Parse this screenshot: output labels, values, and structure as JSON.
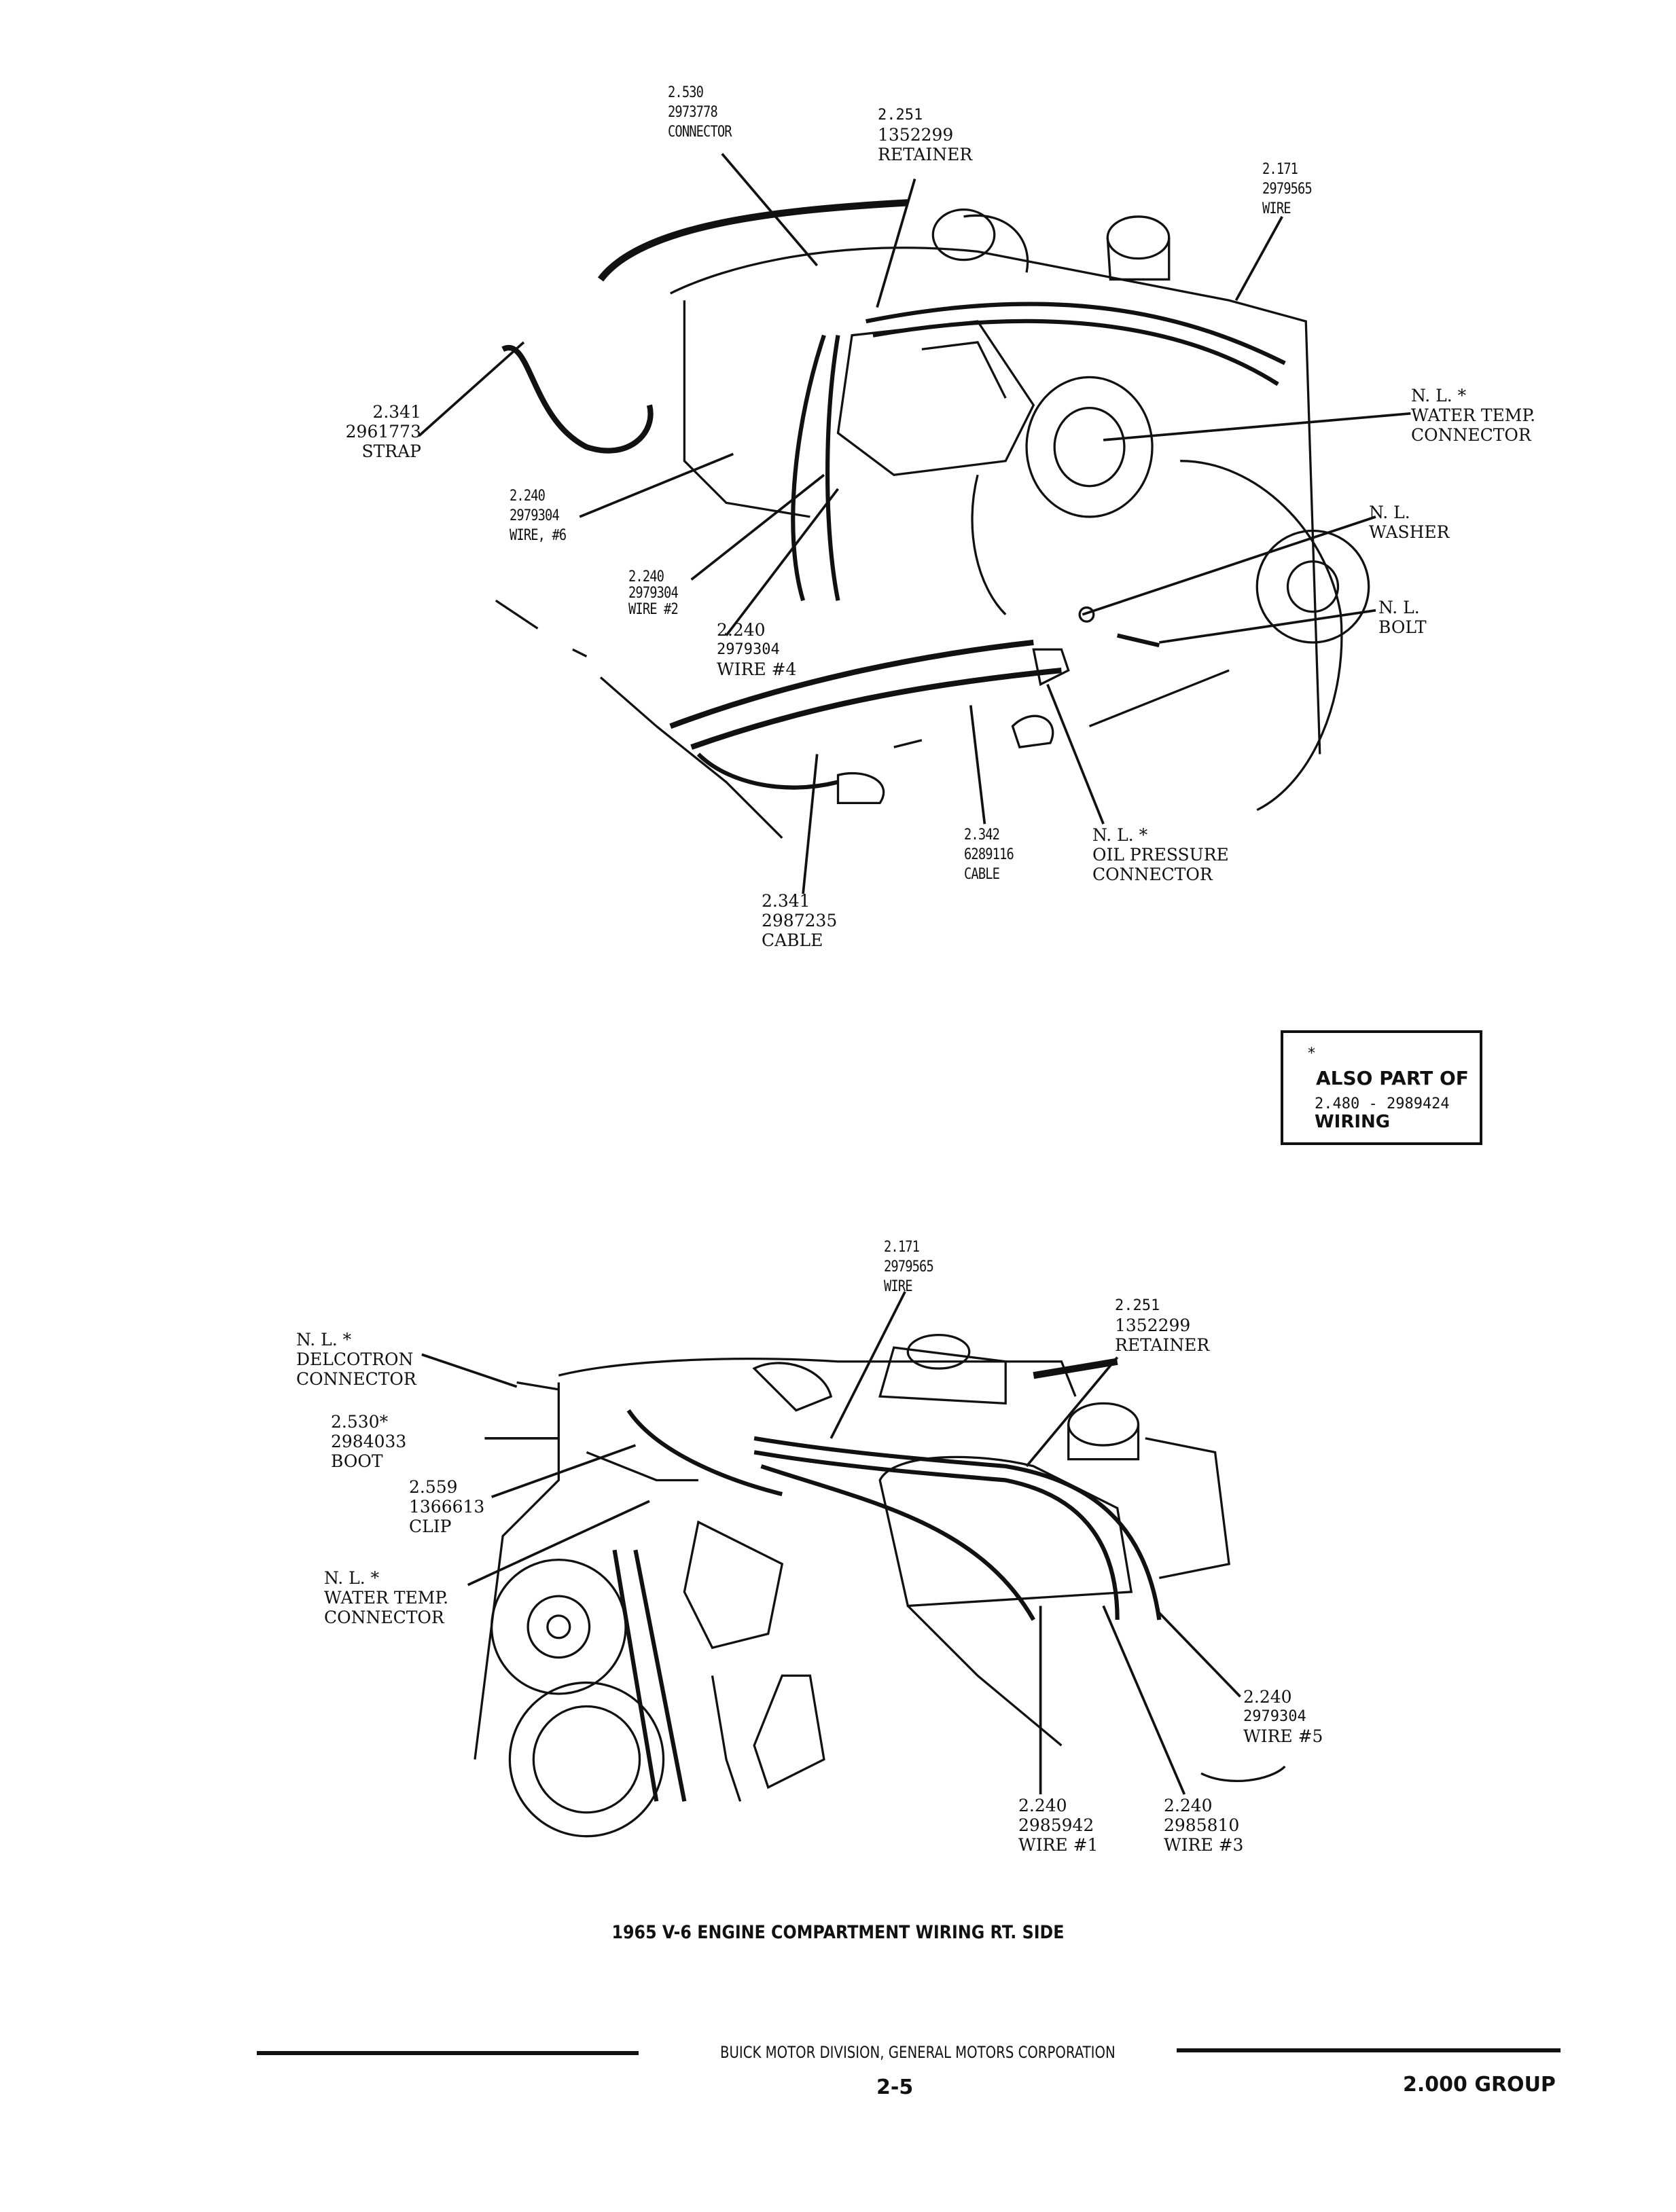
{
  "top_figure": {
    "callouts": [
      {
        "lines": [
          "2.530",
          "2973778",
          "CONNECTOR"
        ]
      },
      {
        "lines": [
          "2.251",
          "1352299",
          "RETAINER"
        ]
      },
      {
        "lines": [
          "2.171",
          "2979565",
          "WIRE"
        ]
      },
      {
        "lines": [
          "2.341",
          "2961773",
          "STRAP"
        ]
      },
      {
        "lines": [
          "N. L. *",
          "WATER TEMP.",
          "CONNECTOR"
        ]
      },
      {
        "lines": [
          "2.240",
          "2979304",
          "WIRE, #6"
        ]
      },
      {
        "lines": [
          "N. L.",
          "WASHER"
        ]
      },
      {
        "lines": [
          "2.240",
          "2979304",
          "WIRE #2"
        ]
      },
      {
        "lines": [
          "N. L.",
          "BOLT"
        ]
      },
      {
        "lines": [
          "2.240",
          "2979304",
          "WIRE #4"
        ]
      },
      {
        "lines": [
          "2.342",
          "6289116",
          "CABLE"
        ]
      },
      {
        "lines": [
          "N. L. *",
          "OIL PRESSURE",
          "CONNECTOR"
        ]
      },
      {
        "lines": [
          "2.341",
          "2987235",
          "CABLE"
        ]
      }
    ]
  },
  "note_box": {
    "marker": "*",
    "line1": "ALSO PART OF",
    "line2": "2.480 - 2989424",
    "line3": "WIRING"
  },
  "bottom_figure": {
    "callouts": [
      {
        "lines": [
          "2.171",
          "2979565",
          "WIRE"
        ]
      },
      {
        "lines": [
          "2.251",
          "1352299",
          "RETAINER"
        ]
      },
      {
        "lines": [
          "N. L. *",
          "DELCOTRON",
          "CONNECTOR"
        ]
      },
      {
        "lines": [
          "2.530*",
          "2984033",
          "BOOT"
        ]
      },
      {
        "lines": [
          "2.559",
          "1366613",
          "CLIP"
        ]
      },
      {
        "lines": [
          "N. L. *",
          "WATER TEMP.",
          "CONNECTOR"
        ]
      },
      {
        "lines": [
          "2.240",
          "2979304",
          "WIRE #5"
        ]
      },
      {
        "lines": [
          "2.240",
          "2985942",
          "WIRE #1"
        ]
      },
      {
        "lines": [
          "2.240",
          "2985810",
          "WIRE #3"
        ]
      }
    ]
  },
  "caption": "1965 V-6 ENGINE COMPARTMENT WIRING RT. SIDE",
  "footer": {
    "publisher": "BUICK MOTOR DIVISION, GENERAL MOTORS CORPORATION",
    "page": "2-5",
    "group": "2.000 GROUP"
  }
}
